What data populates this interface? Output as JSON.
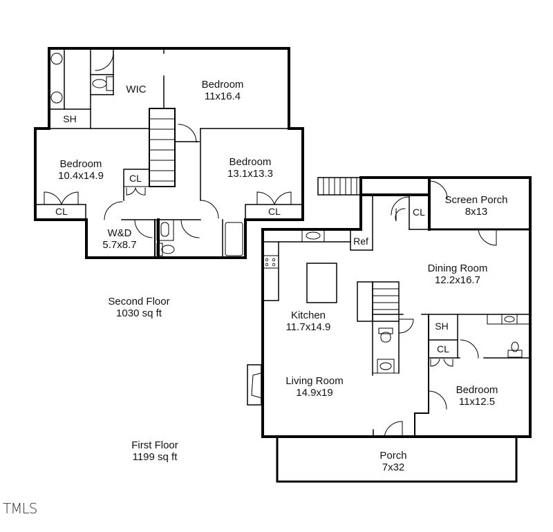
{
  "floors": [
    {
      "name": "Second Floor",
      "area": "1030 sq ft"
    },
    {
      "name": "First Floor",
      "area": "1199 sq ft"
    }
  ],
  "second_floor": {
    "rooms": [
      {
        "name": "Bedroom",
        "dims": "11x16.4"
      },
      {
        "name": "WIC",
        "dims": ""
      },
      {
        "name": "SH",
        "dims": ""
      },
      {
        "name": "Bedroom",
        "dims": "10.4x14.9"
      },
      {
        "name": "Bedroom",
        "dims": "13.1x13.3"
      },
      {
        "name": "CL",
        "dims": ""
      },
      {
        "name": "CL",
        "dims": ""
      },
      {
        "name": "CL",
        "dims": ""
      },
      {
        "name": "W&D",
        "dims": "5.7x8.7"
      }
    ]
  },
  "first_floor": {
    "rooms": [
      {
        "name": "Screen Porch",
        "dims": "8x13"
      },
      {
        "name": "CL",
        "dims": ""
      },
      {
        "name": "Ref",
        "dims": ""
      },
      {
        "name": "Dining Room",
        "dims": "12.2x16.7"
      },
      {
        "name": "Kitchen",
        "dims": "11.7x14.9"
      },
      {
        "name": "SH",
        "dims": ""
      },
      {
        "name": "CL",
        "dims": ""
      },
      {
        "name": "Living Room",
        "dims": "14.9x19"
      },
      {
        "name": "Bedroom",
        "dims": "11x12.5"
      },
      {
        "name": "Porch",
        "dims": "7x32"
      }
    ]
  },
  "watermark": "TMLS",
  "colors": {
    "wall": "#000000",
    "background": "#ffffff",
    "text": "#111111"
  }
}
